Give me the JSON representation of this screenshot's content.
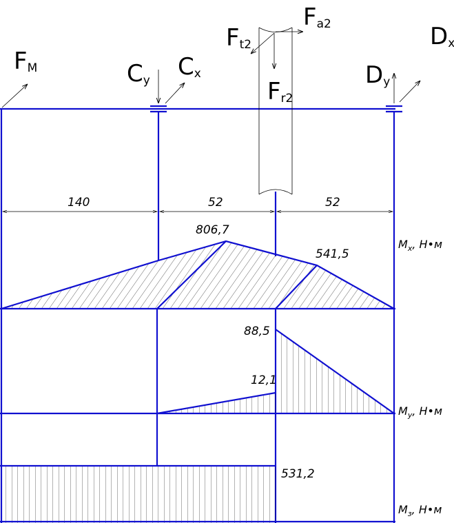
{
  "forces": {
    "fm": {
      "main": "F",
      "sub": "M"
    },
    "cy": {
      "main": "C",
      "sub": "y"
    },
    "cx": {
      "main": "C",
      "sub": "x"
    },
    "ft2": {
      "main": "F",
      "sub": "t2"
    },
    "fa2": {
      "main": "F",
      "sub": "a2"
    },
    "fr2": {
      "main": "F",
      "sub": "r2"
    },
    "dy": {
      "main": "D",
      "sub": "y"
    },
    "dx": {
      "main": "D",
      "sub": "x"
    }
  },
  "dimensions": {
    "left": "140",
    "middle": "52",
    "right": "52"
  },
  "moments": {
    "mx": {
      "label": "M",
      "sub": "x",
      "unit": ", Н•м",
      "values": [
        "806,7",
        "541,5"
      ]
    },
    "my": {
      "label": "M",
      "sub": "y",
      "unit": ", Н•м",
      "values": [
        "88,5",
        "12,1"
      ]
    },
    "mz": {
      "label": "M",
      "sub": "з",
      "unit": ", Н•м",
      "values": [
        "531,2"
      ]
    }
  },
  "colors": {
    "line": "#1010d0",
    "thin": "#000000"
  }
}
